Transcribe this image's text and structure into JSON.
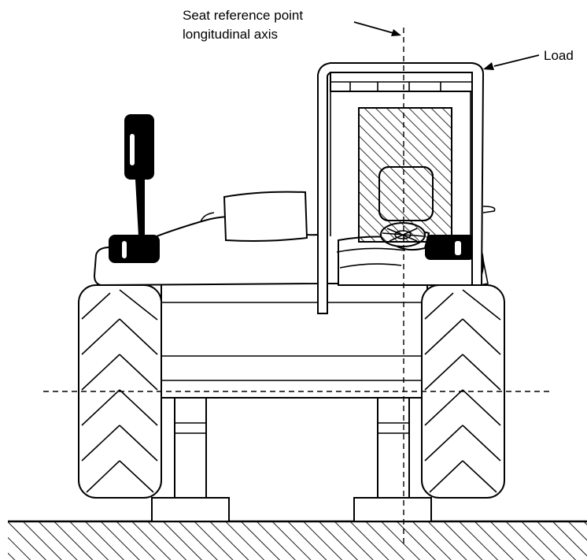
{
  "diagram": {
    "labels": {
      "seat_ref_line1": "Seat reference point",
      "seat_ref_line2": "longitudinal axis",
      "load": "Load"
    }
  }
}
